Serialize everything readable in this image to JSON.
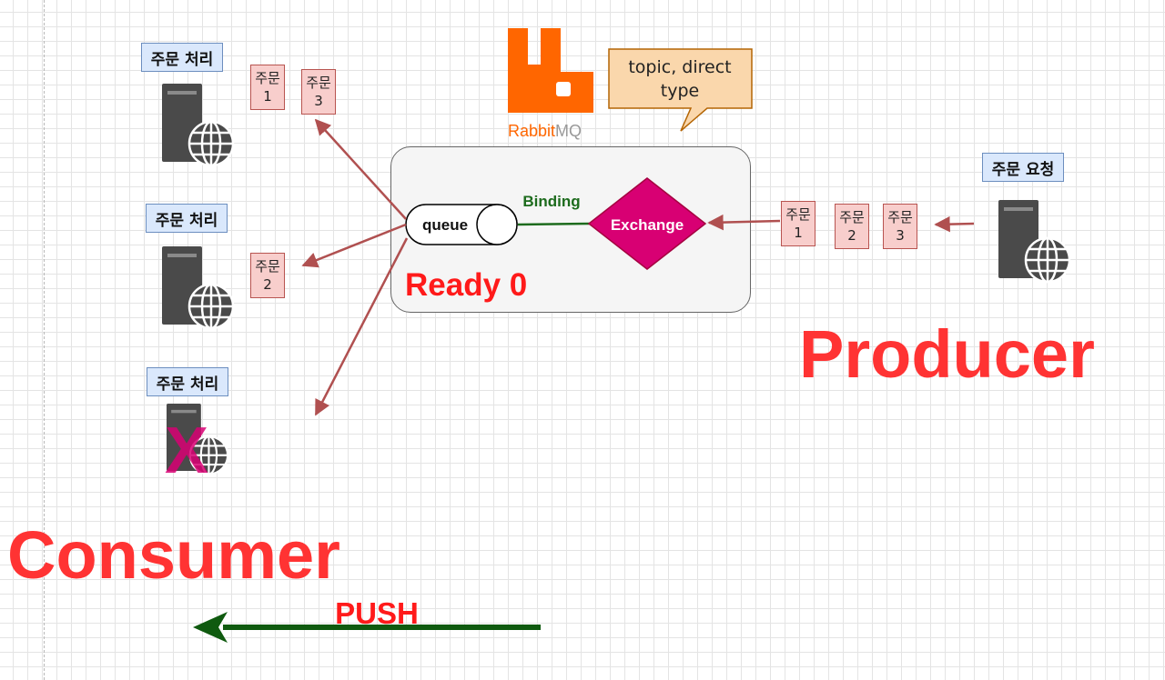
{
  "consumers": [
    {
      "label": "주문 처리",
      "failed": false
    },
    {
      "label": "주문 처리",
      "failed": false
    },
    {
      "label": "주문 처리",
      "failed": true
    }
  ],
  "producer": {
    "label": "주문 요청",
    "title": "Producer"
  },
  "consumer_title": "Consumer",
  "delivered_messages": [
    {
      "line1": "주문",
      "line2": "1"
    },
    {
      "line1": "주문",
      "line2": "3"
    },
    {
      "line1": "주문",
      "line2": "2"
    }
  ],
  "incoming_messages": [
    {
      "line1": "주문",
      "line2": "1"
    },
    {
      "line1": "주문",
      "line2": "2"
    },
    {
      "line1": "주문",
      "line2": "3"
    }
  ],
  "broker": {
    "logo_text_a": "Rabbit",
    "logo_text_b": "MQ",
    "callout_line1": "topic, direct",
    "callout_line2": "type",
    "queue_label": "queue",
    "binding_label": "Binding",
    "exchange_label": "Exchange",
    "ready_text": "Ready 0"
  },
  "push_label": "PUSH",
  "failure_mark": "X",
  "colors": {
    "title_red": "#ff3333",
    "binding_green": "#1d6b1d",
    "push_green": "#0f5a0f",
    "arrow_brown": "#b05050",
    "exchange_magenta": "#d80073",
    "rabbit_orange": "#ff6600",
    "callout_fill": "#fad7ac",
    "callout_stroke": "#b46504",
    "label_fill": "#dae8fc",
    "message_fill": "#f8cecc",
    "server_gray": "#4a4a4a"
  },
  "icons": {
    "server": "server-with-globe-icon",
    "logo": "rabbitmq-logo-icon",
    "failure": "x-mark-icon"
  }
}
